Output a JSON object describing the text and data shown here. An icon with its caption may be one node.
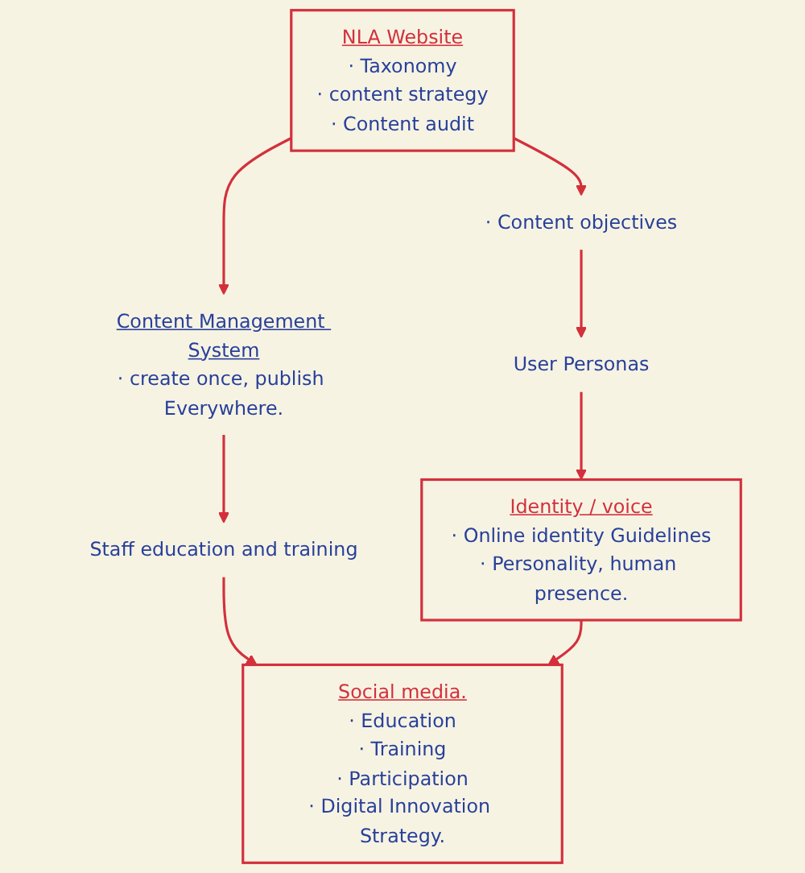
{
  "diagram": {
    "nodes": [
      {
        "text": [
          "NLA Website",
          "· Taxonomy",
          "· content strategy",
          "· Content audit"
        ]
      },
      {
        "text": [
          "Content Management System",
          "· create once, publish Everywhere."
        ]
      },
      {
        "text": [
          "· Content objectives"
        ]
      },
      {
        "text": [
          "User Personas"
        ]
      },
      {
        "text": [
          "Staff education and training"
        ]
      },
      {
        "text": [
          "Identity / voice",
          "· Online identity Guidelines",
          "· Personality, human presence."
        ]
      },
      {
        "text": [
          "Social media.",
          "· Education",
          "· Training",
          "· Participation",
          "· Digital Innovation Strategy."
        ]
      }
    ],
    "edges": [
      {
        "from": 0,
        "to": 1,
        "arrow": "to"
      },
      {
        "from": 0,
        "to": 2,
        "arrow": "to"
      },
      {
        "from": 2,
        "to": 3,
        "arrow": "to"
      },
      {
        "from": 1,
        "to": 4,
        "arrow": "to"
      },
      {
        "from": 3,
        "to": 5,
        "arrow": "to"
      },
      {
        "from": 4,
        "to": 6,
        "arrow": "to"
      },
      {
        "from": 5,
        "to": 6,
        "arrow": "to"
      }
    ]
  }
}
